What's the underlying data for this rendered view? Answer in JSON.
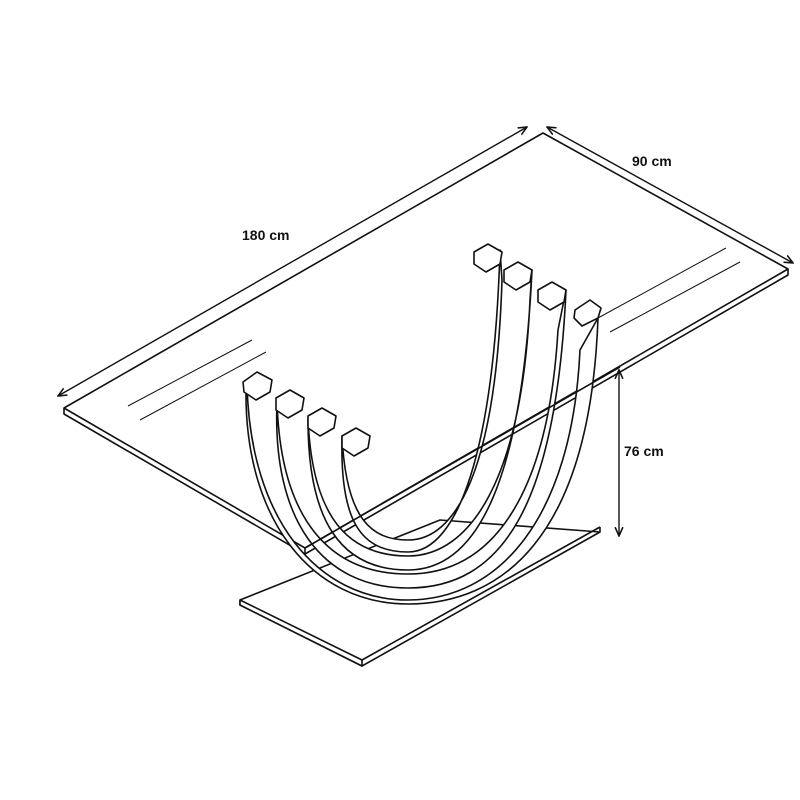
{
  "dimensions": {
    "length": "180 cm",
    "width": "90 cm",
    "height": "76 cm"
  },
  "colors": {
    "line": "#111111",
    "background": "#ffffff"
  }
}
